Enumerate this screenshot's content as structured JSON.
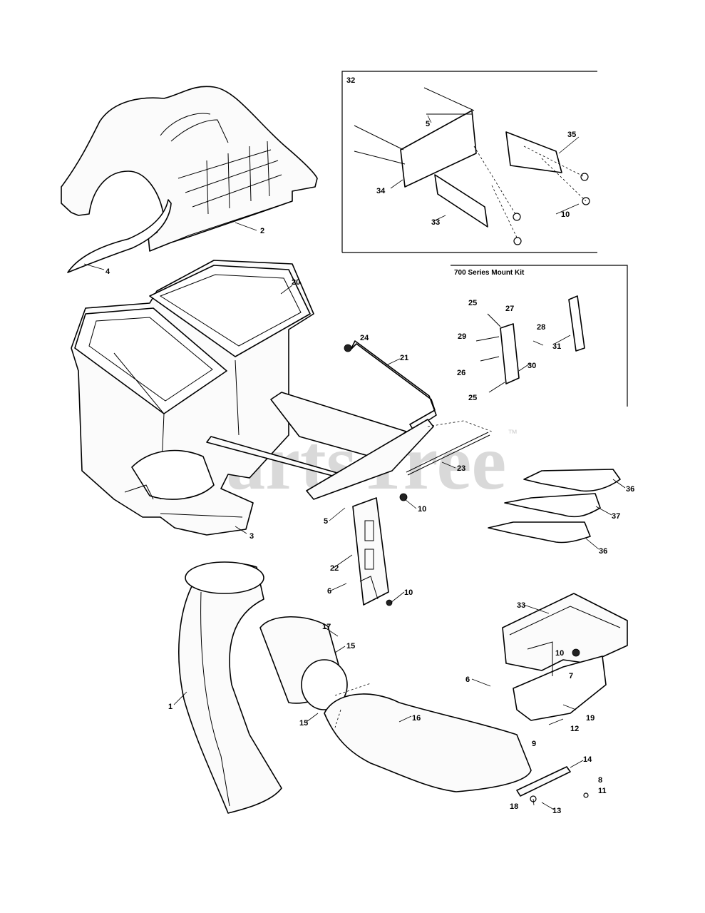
{
  "watermark": {
    "text": "PartsTree",
    "trademark": "™"
  },
  "kits": {
    "bracket_kit": {
      "label": "32"
    },
    "mount_kit": {
      "title": "700 Series Mount Kit"
    }
  },
  "callouts": {
    "c1": "1",
    "c2": "2",
    "c3": "3",
    "c4": "4",
    "c5a": "5",
    "c5b": "5",
    "c6a": "6",
    "c6b": "6",
    "c7": "7",
    "c8": "8",
    "c9": "9",
    "c10a": "10",
    "c10b": "10",
    "c10c": "10",
    "c10d": "10",
    "c11": "11",
    "c12": "12",
    "c13": "13",
    "c14": "14",
    "c15a": "15",
    "c15b": "15",
    "c16": "16",
    "c17": "17",
    "c18": "18",
    "c19": "19",
    "c20": "20",
    "c21": "21",
    "c22": "22",
    "c23": "23",
    "c24": "24",
    "c25a": "25",
    "c25b": "25",
    "c26": "26",
    "c27": "27",
    "c28": "28",
    "c29": "29",
    "c30": "30",
    "c31": "31",
    "c33a": "33",
    "c33b": "33",
    "c34": "34",
    "c35": "35",
    "c36a": "36",
    "c36b": "36",
    "c37": "37"
  }
}
